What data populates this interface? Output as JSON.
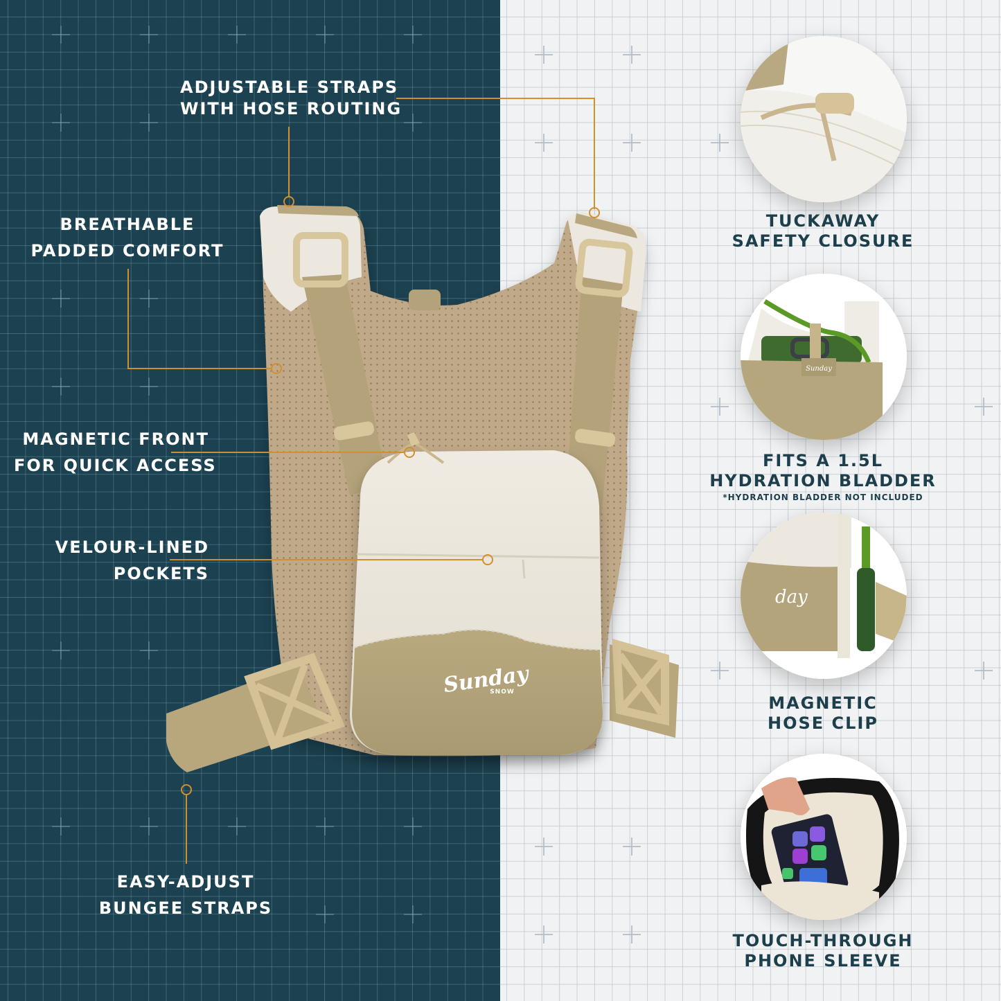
{
  "colors": {
    "navy_panel": "#1c4150",
    "light_panel": "#f1f2f3",
    "accent_orange": "#d28f2e",
    "label_white": "#ffffff",
    "label_navy": "#1d3f4c",
    "khaki": "#b6a57c",
    "cream": "#ebe6da"
  },
  "left_labels": {
    "straps": {
      "line1": "ADJUSTABLE STRAPS",
      "line2": "WITH HOSE ROUTING"
    },
    "padded": {
      "line1": "BREATHABLE",
      "line2": "PADDED COMFORT"
    },
    "magnetic_front": {
      "line1": "MAGNETIC FRONT",
      "line2": "FOR QUICK ACCESS"
    },
    "velour": {
      "line1": "VELOUR-LINED",
      "line2": "POCKETS"
    },
    "bungee": {
      "line1": "EASY-ADJUST",
      "line2": "BUNGEE STRAPS"
    }
  },
  "product": {
    "brand": "Sunday",
    "sub_brand": "SNOW"
  },
  "feature_circles": [
    {
      "title_line1": "TUCKAWAY",
      "title_line2": "SAFETY CLOSURE",
      "image": "drawcord-toggle-closure"
    },
    {
      "title_line1": "FITS A 1.5L",
      "title_line2": "HYDRATION BLADDER",
      "note": "*HYDRATION BLADDER NOT INCLUDED",
      "image": "hydration-bladder-in-pack"
    },
    {
      "title_line1": "MAGNETIC",
      "title_line2": "HOSE CLIP",
      "image": "hose-clip-on-strap"
    },
    {
      "title_line1": "TOUCH-THROUGH",
      "title_line2": "PHONE SLEEVE",
      "image": "phone-in-sleeve"
    }
  ]
}
